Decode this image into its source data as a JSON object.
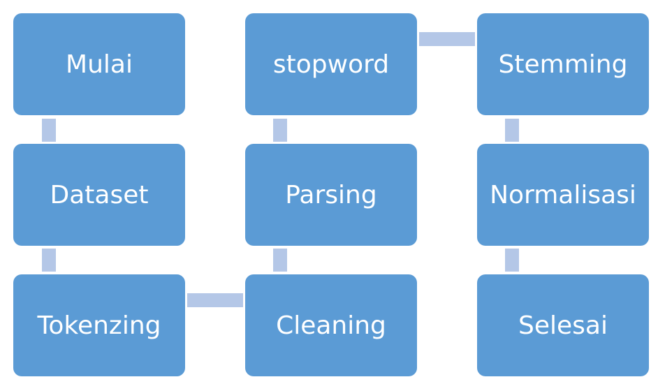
{
  "diagram": {
    "nodes": [
      {
        "id": "mulai",
        "label": "Mulai"
      },
      {
        "id": "dataset",
        "label": "Dataset"
      },
      {
        "id": "tokenzing",
        "label": "Tokenzing"
      },
      {
        "id": "cleaning",
        "label": "Cleaning"
      },
      {
        "id": "parsing",
        "label": "Parsing"
      },
      {
        "id": "stopword",
        "label": "stopword"
      },
      {
        "id": "stemming",
        "label": "Stemming"
      },
      {
        "id": "normalisasi",
        "label": "Normalisasi"
      },
      {
        "id": "selesai",
        "label": "Selesai"
      }
    ],
    "edges": [
      [
        "mulai",
        "dataset"
      ],
      [
        "dataset",
        "tokenzing"
      ],
      [
        "tokenzing",
        "cleaning"
      ],
      [
        "cleaning",
        "parsing"
      ],
      [
        "parsing",
        "stopword"
      ],
      [
        "stopword",
        "stemming"
      ],
      [
        "stemming",
        "normalisasi"
      ],
      [
        "normalisasi",
        "selesai"
      ]
    ],
    "colors": {
      "node_fill": "#5b9bd5",
      "node_text": "#ffffff",
      "connector": "#b4c7e7"
    }
  }
}
